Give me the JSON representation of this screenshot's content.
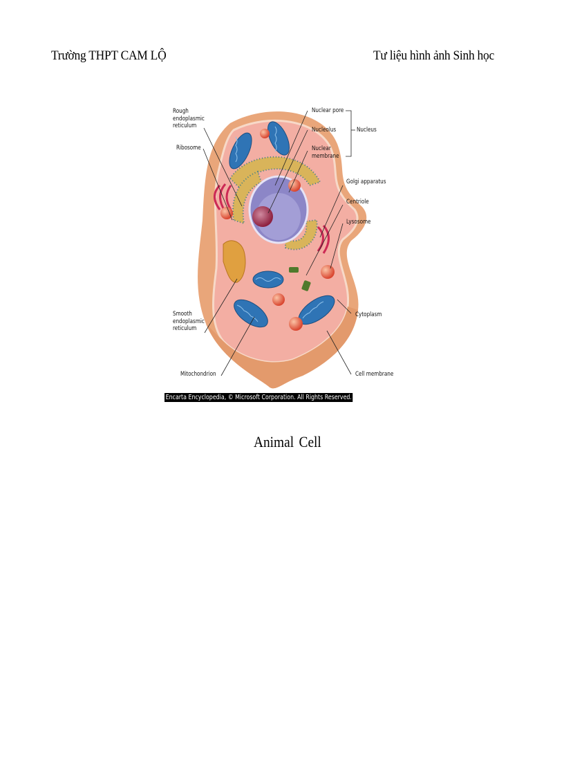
{
  "header": {
    "left": "Trường THPT CAM LỘ",
    "right": "Tư liệu hình ảnh Sinh học"
  },
  "figure": {
    "labels": {
      "rough_er": "Rough\nendoplasmic\nreticulum",
      "ribosome": "Ribosome",
      "nuclear_pore": "Nuclear pore",
      "nucleolus": "Nucleolus",
      "nuclear_membrane": "Nuclear\nmembrane",
      "nucleus": "Nucleus",
      "golgi": "Golgi apparatus",
      "centriole": "Centriole",
      "lysosome": "Lysosome",
      "smooth_er": "Smooth\nendoplasmic\nreticulum",
      "cytoplasm": "Cytoplasm",
      "mitochondrion": "Mitochondrion",
      "cell_membrane": "Cell membrane"
    },
    "credit": "Encarta Encyclopedia, © Microsoft Corporation. All Rights Reserved.",
    "colors": {
      "membrane_outer": "#e9a67a",
      "cytoplasm": "#f3a9a0",
      "mitochondria": "#2f74b5",
      "nucleus": "#8c86c7",
      "nucleolus": "#b5314e",
      "lysosome": "#e8604a",
      "golgi": "#cc2a55",
      "er": "#d9b45a",
      "centriole": "#4f7a2c"
    }
  },
  "caption": "Animal Cell"
}
